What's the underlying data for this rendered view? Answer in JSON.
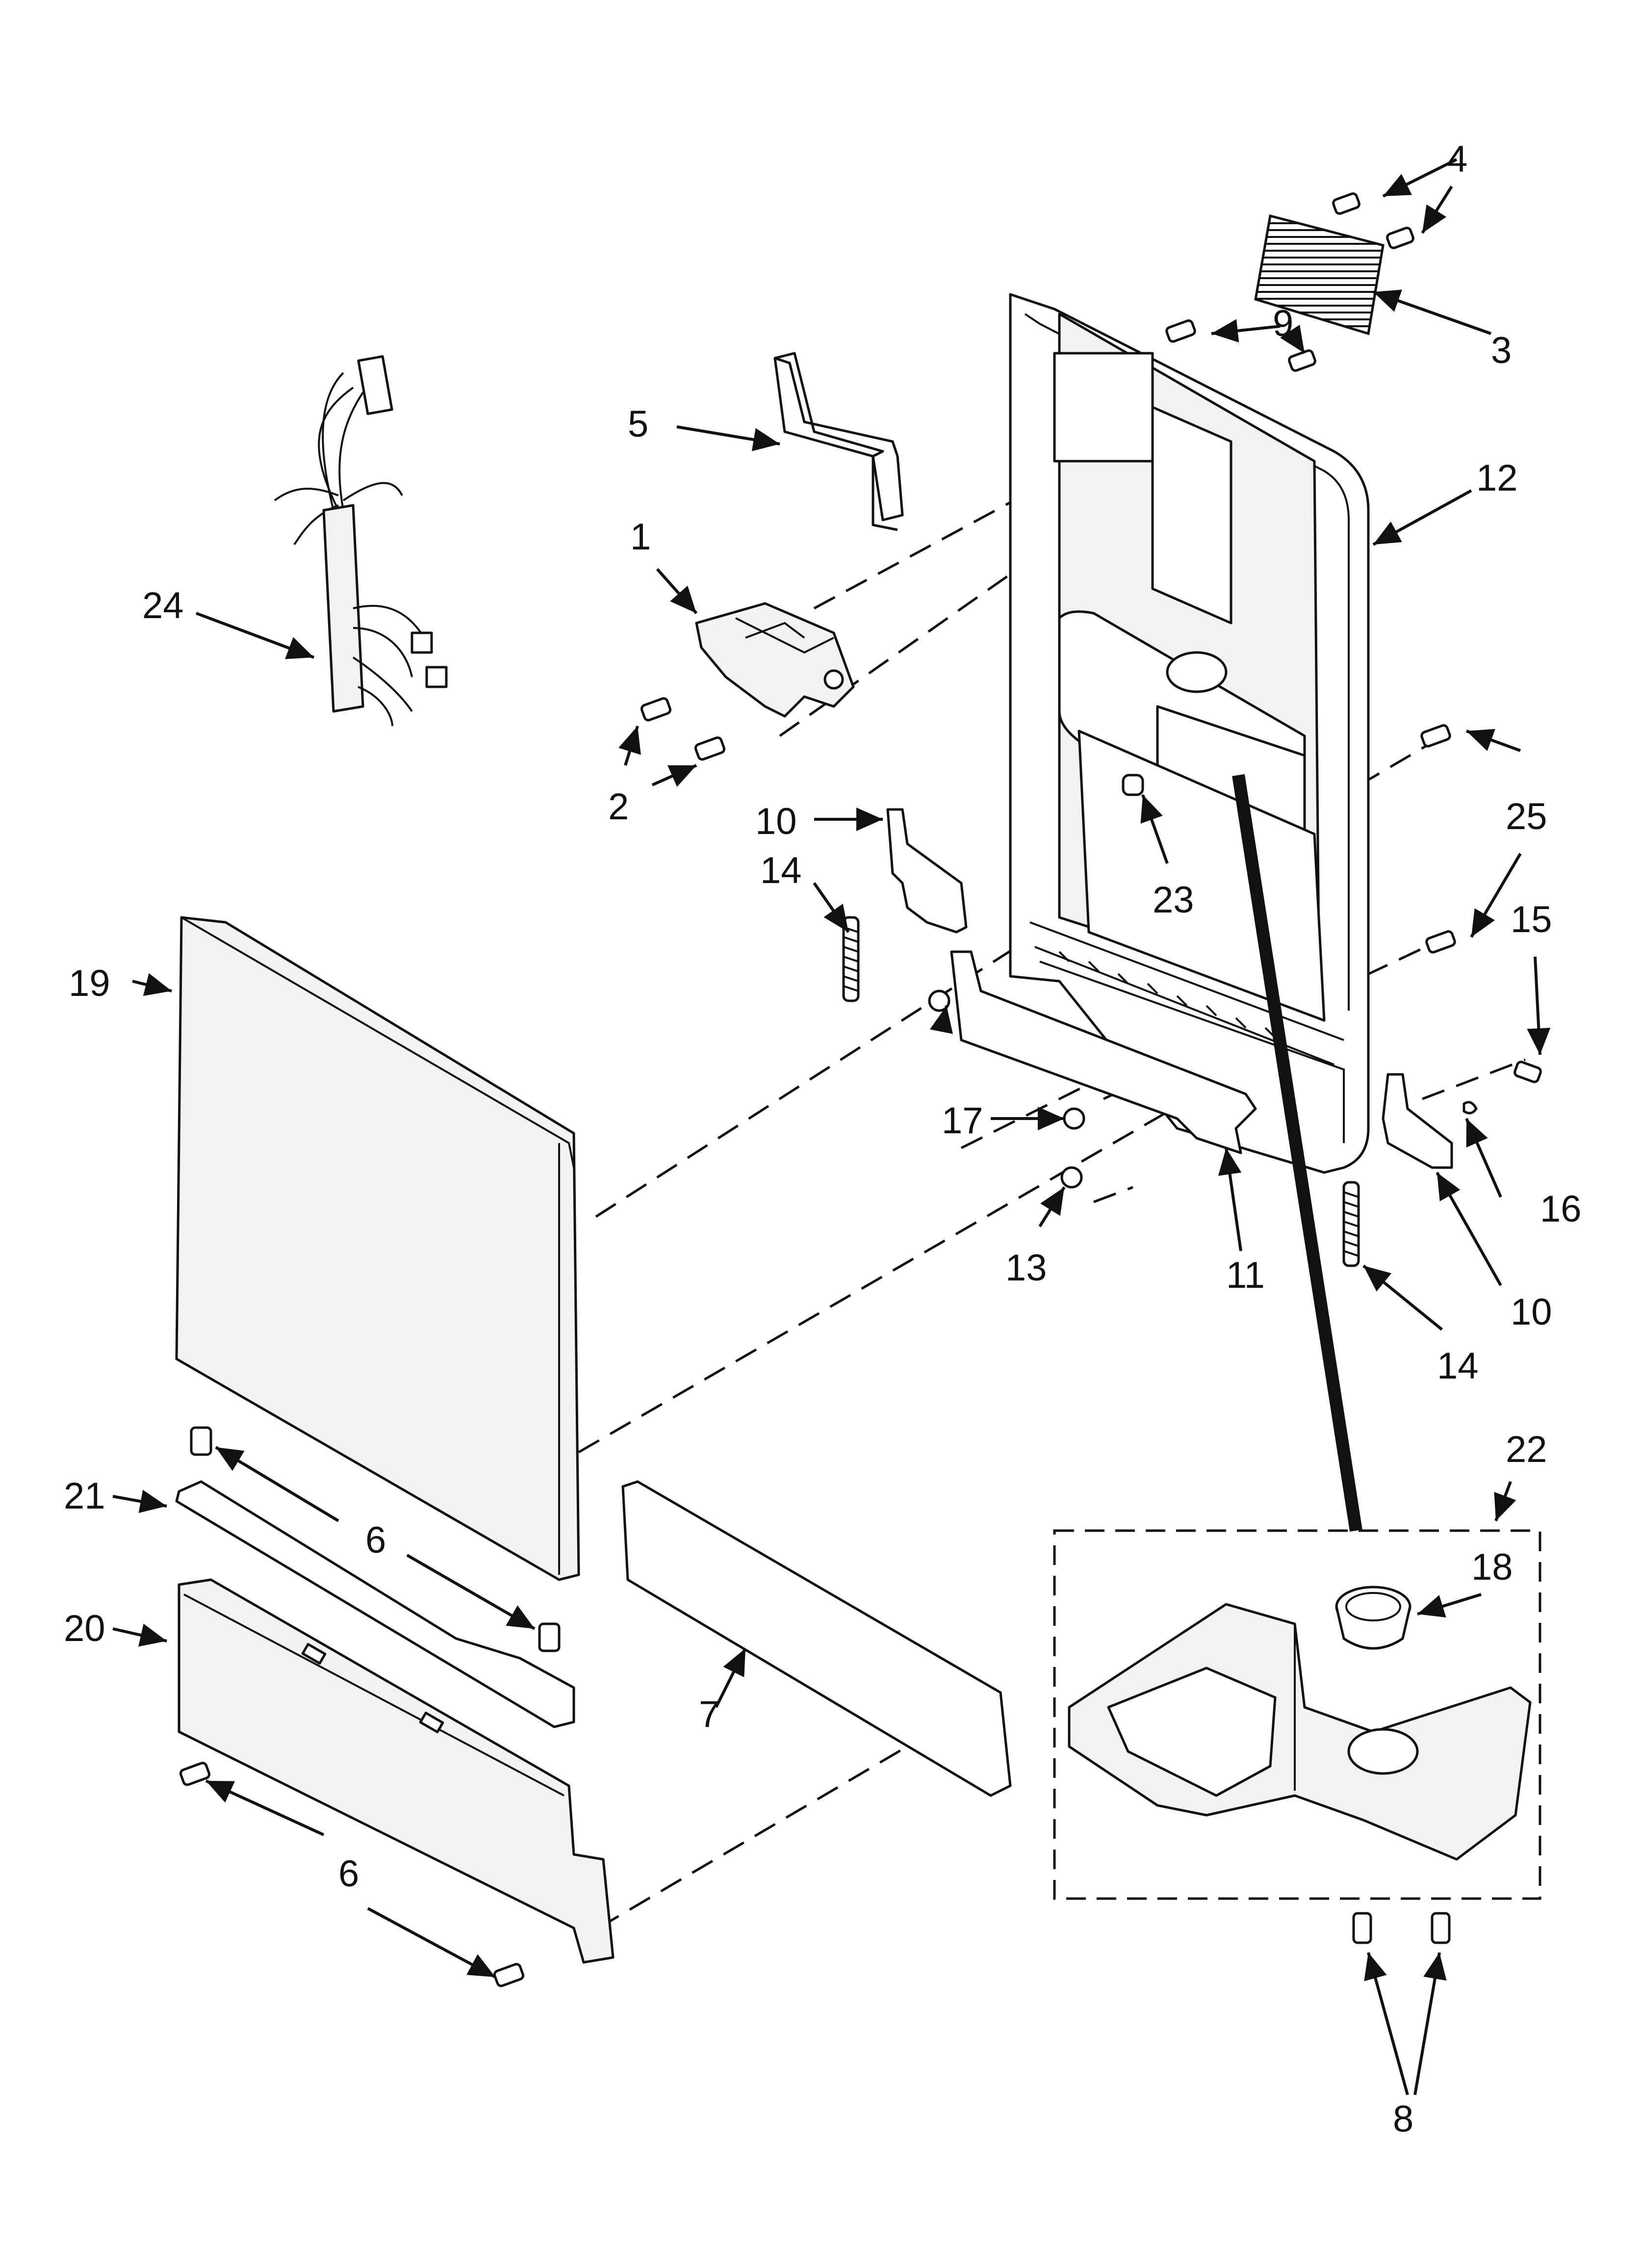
{
  "diagram": {
    "type": "exploded-parts-view",
    "callouts": {
      "c1": "1",
      "c2": "2",
      "c3": "3",
      "c4": "4",
      "c5": "5",
      "c6a": "6",
      "c6b": "6",
      "c7": "7",
      "c8": "8",
      "c9": "9",
      "c10a": "10",
      "c10b": "10",
      "c11": "11",
      "c12": "12",
      "c13": "13",
      "c14a": "14",
      "c14b": "14",
      "c15": "15",
      "c16": "16",
      "c17": "17",
      "c18": "18",
      "c19": "19",
      "c20": "20",
      "c21": "21",
      "c22": "22",
      "c23": "23",
      "c24": "24",
      "c25": "25"
    }
  }
}
